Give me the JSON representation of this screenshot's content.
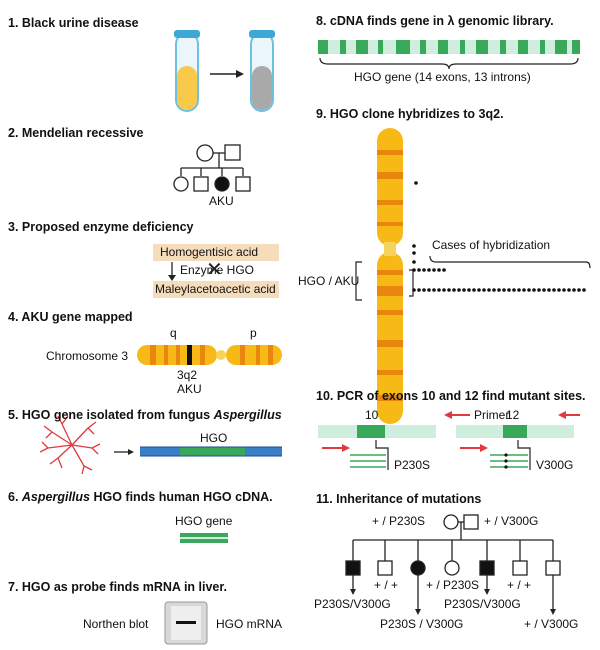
{
  "steps": {
    "s1": {
      "title": "1. Black urine disease"
    },
    "s2": {
      "title": "2. Mendelian recessive",
      "affected_label": "AKU"
    },
    "s3": {
      "title": "3. Proposed enzyme deficiency",
      "substrate": "Homogentisic acid",
      "enzyme": "Enzyme HGO",
      "product": "Maleylacetoacetic acid"
    },
    "s4": {
      "title": "4. AKU gene mapped",
      "chromosome": "Chromosome 3",
      "arm_q": "q",
      "arm_p": "p",
      "band": "3q2",
      "band_gene": "AKU"
    },
    "s5": {
      "title_prefix": "5. HGO gene isolated from fungus ",
      "title_species": "Aspergillus",
      "gene": "HGO"
    },
    "s6": {
      "title_species": "Aspergillus",
      "title_suffix": " HGO finds human HGO cDNA.",
      "gene": "HGO gene"
    },
    "s7": {
      "title": "7. HGO as probe finds mRNA in liver.",
      "blot": "Northen blot",
      "mrna": "HGO mRNA"
    },
    "s8": {
      "title_prefix": "8. cDNA finds gene in ",
      "lambda": "λ",
      "title_suffix": " genomic library.",
      "gene_note": "HGO gene (14 exons, 13 introns)"
    },
    "s9": {
      "title": "9. HGO clone hybridizes to 3q2.",
      "cases": "Cases of hybridization",
      "locus": "HGO / AKU"
    },
    "s10": {
      "title": "10. PCR of exons 10 and 12 find mutant sites.",
      "exon_a": "10",
      "exon_b": "12",
      "primer": "Primer",
      "mut_a": "P230S",
      "mut_b": "V300G"
    },
    "s11": {
      "title": "11. Inheritance of mutations",
      "father": "+ / P230S",
      "mother": "+ / V300G",
      "children": [
        "P230S/V300G",
        "+ / +",
        "P230S / V300G",
        "+ / P230S",
        "P230S/V300G",
        "+ / +",
        "+ / V300G"
      ]
    }
  },
  "colors": {
    "gene_green": "#3aa85a",
    "gene_light": "#cfeedd",
    "chromosome": "#f6b915",
    "chromosome_band": "#e8860e",
    "enzyme_box": "#f5ddbc",
    "aspergillus": "#e0393e",
    "gene_blue": "#3a7ec8",
    "arrow_red": "#e0393e"
  }
}
